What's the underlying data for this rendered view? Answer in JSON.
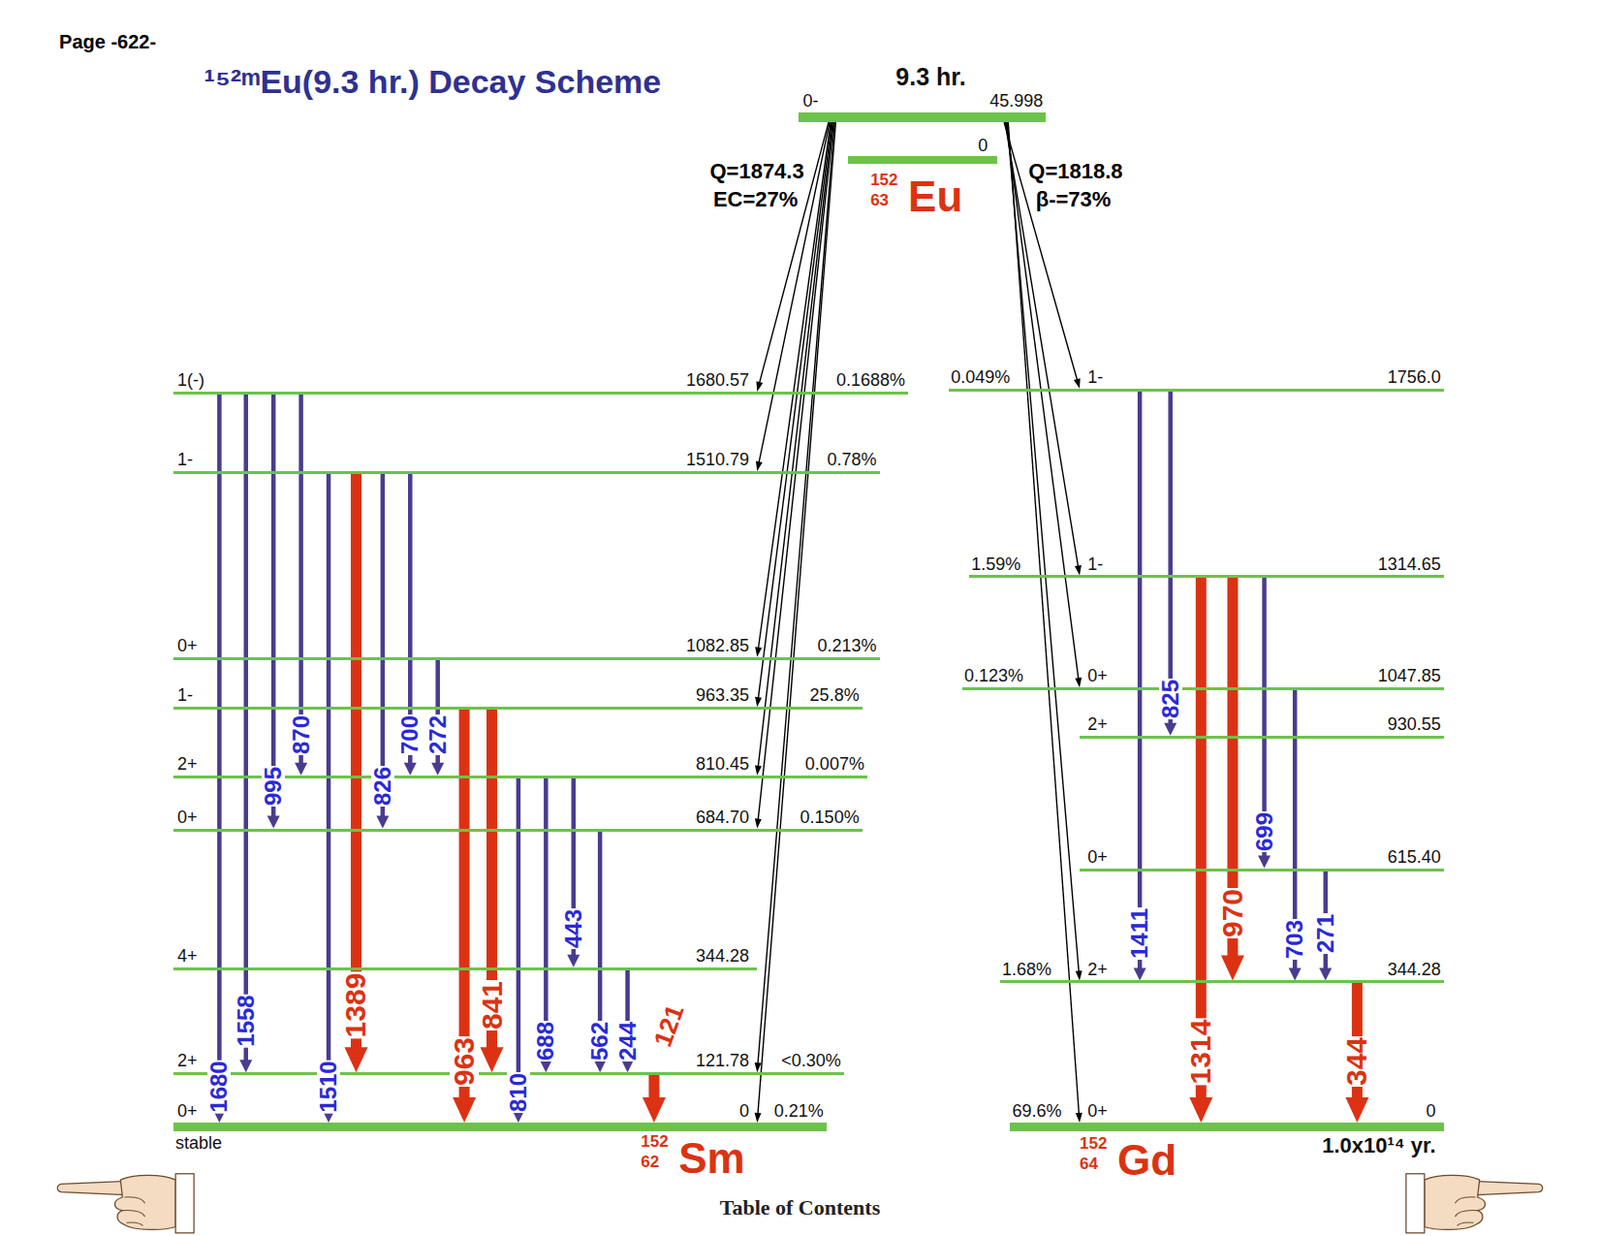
{
  "diagram": {
    "title": "¹⁵²ᵐEu(9.3 hr.) Decay Scheme",
    "nodes": [
      {
        "text": [
          "9.3 hr.",
          "0-",
          "45.998"
        ]
      },
      {
        "text": [
          "0"
        ]
      },
      {
        "text": [
          "1(-)",
          "1680.57",
          "0.1688%"
        ]
      },
      {
        "text": [
          "1-",
          "1510.79",
          "0.78%"
        ]
      },
      {
        "text": [
          "0+",
          "1082.85",
          "0.213%"
        ]
      },
      {
        "text": [
          "1-",
          "963.35",
          "25.8%"
        ]
      },
      {
        "text": [
          "2+",
          "810.45",
          "0.007%"
        ]
      },
      {
        "text": [
          "0+",
          "684.70",
          "0.150%"
        ]
      },
      {
        "text": [
          "4+",
          "344.28"
        ]
      },
      {
        "text": [
          "2+",
          "121.78",
          "<0.30%"
        ]
      },
      {
        "text": [
          "0+",
          "0",
          "0.21%",
          "stable"
        ]
      },
      {
        "text": [
          "0.049%",
          "1-",
          "1756.0"
        ]
      },
      {
        "text": [
          "1.59%",
          "1-",
          "1314.65"
        ]
      },
      {
        "text": [
          "0.123%",
          "0+",
          "1047.85"
        ]
      },
      {
        "text": [
          "2+",
          "930.55"
        ]
      },
      {
        "text": [
          "0+",
          "615.40"
        ]
      },
      {
        "text": [
          "1.68%",
          "2+",
          "344.28"
        ]
      },
      {
        "text": [
          "69.6%",
          "0+",
          "0",
          "1.0x10¹⁴ yr."
        ]
      }
    ],
    "edges": [
      {
        "from": 2,
        "to": 10,
        "arrow": "to",
        "label": "1680"
      },
      {
        "from": 2,
        "to": 9,
        "arrow": "to",
        "label": "1558"
      },
      {
        "from": 2,
        "to": 7,
        "arrow": "to",
        "label": "995"
      },
      {
        "from": 2,
        "to": 6,
        "arrow": "to",
        "label": "870"
      },
      {
        "from": 3,
        "to": 10,
        "arrow": "to",
        "label": "1510"
      },
      {
        "from": 3,
        "to": 9,
        "arrow": "to",
        "label": "1389"
      },
      {
        "from": 3,
        "to": 7,
        "arrow": "to",
        "label": "826"
      },
      {
        "from": 3,
        "to": 6,
        "arrow": "to",
        "label": "700"
      },
      {
        "from": 4,
        "to": 6,
        "arrow": "to",
        "label": "272"
      },
      {
        "from": 5,
        "to": 10,
        "arrow": "to",
        "label": "963"
      },
      {
        "from": 5,
        "to": 9,
        "arrow": "to",
        "label": "841"
      },
      {
        "from": 6,
        "to": 10,
        "arrow": "to",
        "label": "810"
      },
      {
        "from": 6,
        "to": 9,
        "arrow": "to",
        "label": "688"
      },
      {
        "from": 6,
        "to": 8,
        "arrow": "to",
        "label": "443"
      },
      {
        "from": 7,
        "to": 9,
        "arrow": "to",
        "label": "562"
      },
      {
        "from": 8,
        "to": 9,
        "arrow": "to",
        "label": "244"
      },
      {
        "from": 9,
        "to": 10,
        "arrow": "to",
        "label": "121"
      },
      {
        "from": 11,
        "to": 16,
        "arrow": "to",
        "label": "1411"
      },
      {
        "from": 11,
        "to": 14,
        "arrow": "to",
        "label": "825"
      },
      {
        "from": 12,
        "to": 17,
        "arrow": "to",
        "label": "1314"
      },
      {
        "from": 12,
        "to": 16,
        "arrow": "to",
        "label": "970"
      },
      {
        "from": 12,
        "to": 15,
        "arrow": "to",
        "label": "699"
      },
      {
        "from": 13,
        "to": 16,
        "arrow": "to",
        "label": "703"
      },
      {
        "from": 15,
        "to": 16,
        "arrow": "to",
        "label": "271"
      },
      {
        "from": 16,
        "to": 17,
        "arrow": "to",
        "label": "344"
      },
      {
        "from": 0,
        "to": 2,
        "arrow": "to"
      },
      {
        "from": 0,
        "to": 3,
        "arrow": "to"
      },
      {
        "from": 0,
        "to": 4,
        "arrow": "to"
      },
      {
        "from": 0,
        "to": 5,
        "arrow": "to"
      },
      {
        "from": 0,
        "to": 6,
        "arrow": "to"
      },
      {
        "from": 0,
        "to": 7,
        "arrow": "to"
      },
      {
        "from": 0,
        "to": 9,
        "arrow": "to"
      },
      {
        "from": 0,
        "to": 10,
        "arrow": "to"
      },
      {
        "from": 0,
        "to": 11,
        "arrow": "to"
      },
      {
        "from": 0,
        "to": 12,
        "arrow": "to"
      },
      {
        "from": 0,
        "to": 13,
        "arrow": "to"
      },
      {
        "from": 0,
        "to": 16,
        "arrow": "to"
      },
      {
        "from": 0,
        "to": 17,
        "arrow": "to"
      }
    ],
    "labels": [
      "Page -622-",
      "Q=1874.3",
      "EC=27%",
      "Q=1818.8",
      "β-=73%",
      "152",
      "63",
      "Eu",
      "152",
      "62",
      "Sm",
      "152",
      "64",
      "Gd",
      "Table of Contents"
    ]
  }
}
